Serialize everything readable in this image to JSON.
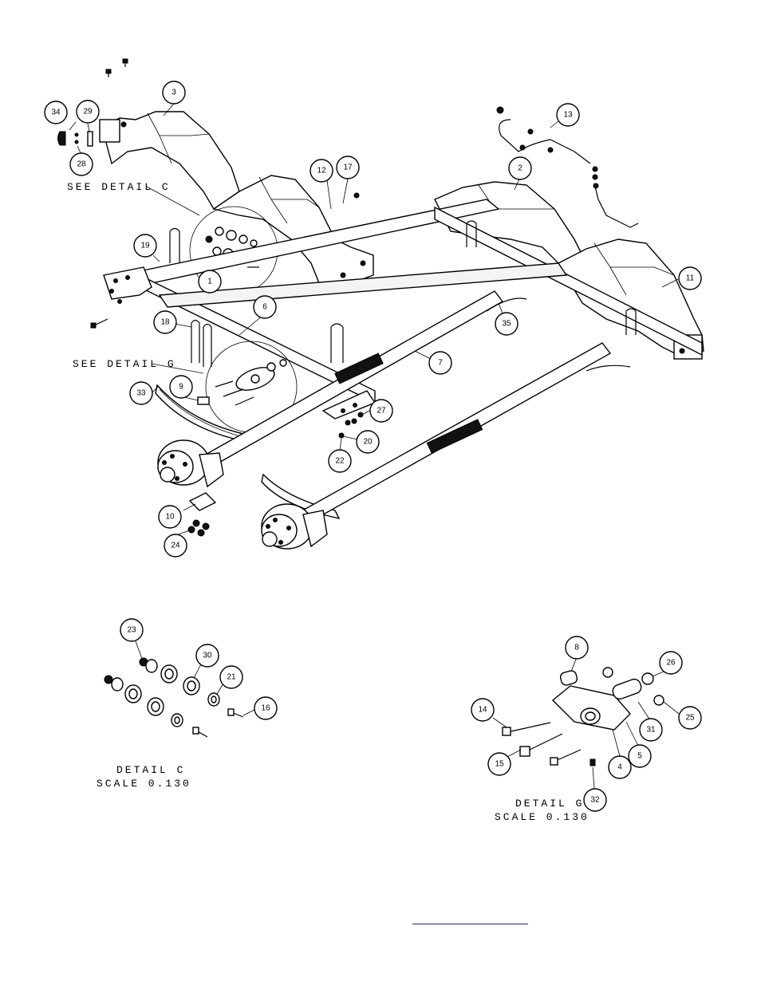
{
  "callouts": {
    "c3": "3",
    "c34": "34",
    "c29": "29",
    "c28": "28",
    "c12": "12",
    "c17": "17",
    "c19": "19",
    "c1": "1",
    "c18": "18",
    "c6": "6",
    "c9": "9",
    "c33": "33",
    "c27": "27",
    "c20": "20",
    "c22": "22",
    "c10": "10",
    "c24": "24",
    "c13": "13",
    "c2": "2",
    "c11": "11",
    "c35": "35",
    "c7": "7",
    "c23": "23",
    "c30": "30",
    "c21": "21",
    "c16": "16",
    "c8": "8",
    "c26": "26",
    "c14": "14",
    "c31": "31",
    "c25": "25",
    "c15": "15",
    "c5": "5",
    "c4": "4",
    "c32": "32"
  },
  "notes": {
    "see_detail_c": "SEE DETAIL  C",
    "see_detail_g": "SEE DETAIL  G",
    "detail_c_title": "DETAIL  C",
    "detail_c_scale": "SCALE  0.130",
    "detail_g_title": "DETAIL  G",
    "detail_g_scale": "SCALE  0.130"
  }
}
